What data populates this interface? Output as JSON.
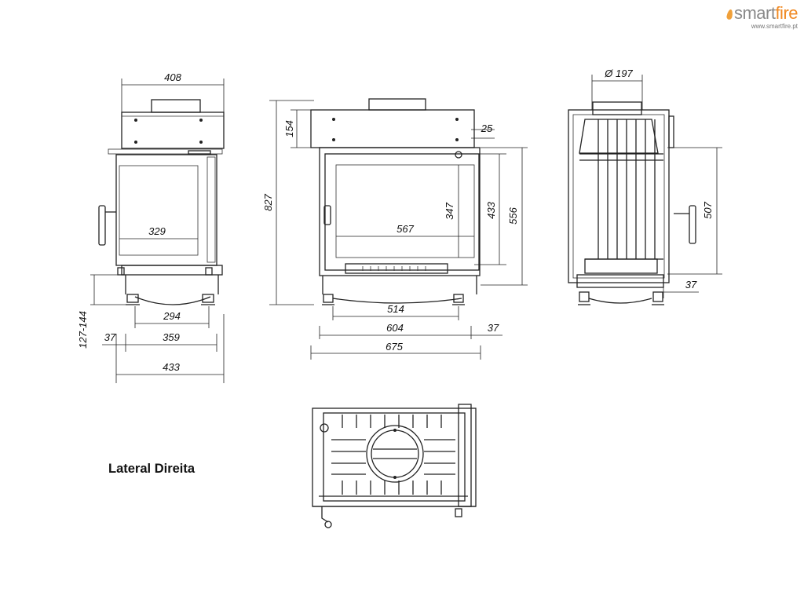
{
  "brand": {
    "name_part1": "smart",
    "name_part2": "fire",
    "url": "www.smartfire.pt",
    "colors": {
      "grey": "#8a8a8a",
      "orange": "#f08a24"
    }
  },
  "caption": "Lateral Direita",
  "side_view": {
    "width_top": "408",
    "glass_width": "329",
    "feet_spacing": "294",
    "base_width": "359",
    "total_depth": "433",
    "offset": "37",
    "foot_height": "127-144"
  },
  "front_view": {
    "top_height": "154",
    "total_height": "827",
    "gap": "25",
    "glass_height": "347",
    "glass_width": "567",
    "opening_height": "433",
    "frame_height": "556",
    "feet_spacing": "514",
    "inner_width": "604",
    "total_width": "675",
    "offset": "37"
  },
  "rear_view": {
    "flue_diameter": "Ø 197",
    "height": "507",
    "offset": "37"
  }
}
